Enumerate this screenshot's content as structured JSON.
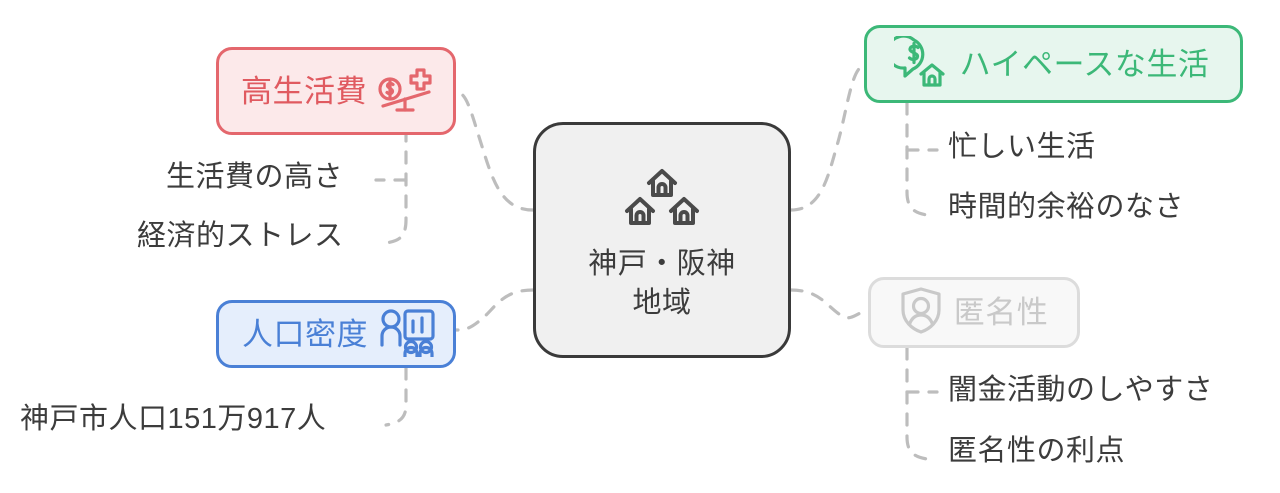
{
  "diagram": {
    "type": "mind-map",
    "title": "神戸・阪神地域",
    "colors": {
      "red": "#e4676d",
      "red_fill": "#fce9ea",
      "blue": "#4a80d6",
      "blue_fill": "#e5eefc",
      "green": "#3cb878",
      "green_fill": "#e7f6ee",
      "grey": "#dcdcdc",
      "grey_fill": "#f8f8f8",
      "grey_text": "#c9c9c9",
      "center_border": "#3a3a3a",
      "center_fill": "#f0f0f0",
      "text": "#3c3c3c",
      "connector": "#bdbdbd"
    },
    "center": {
      "label": "神戸・阪神\n地域",
      "line1": "神戸・阪神",
      "line2": "地域",
      "icon": "three-houses-icon"
    },
    "branches": [
      {
        "id": "cost-of-living",
        "label": "高生活費",
        "icon": "balance-scale-dollar-cross-icon",
        "color": "red",
        "side": "left",
        "leaves": [
          "生活費の高さ",
          "経済的ストレス"
        ]
      },
      {
        "id": "population-density",
        "label": "人口密度",
        "icon": "people-bar-chart-icon",
        "color": "blue",
        "side": "left",
        "leaves": [
          "神戸市人口151万917人"
        ]
      },
      {
        "id": "fast-paced-life",
        "label": "ハイペースな生活",
        "icon": "dollar-speech-house-icon",
        "color": "green",
        "side": "right",
        "leaves": [
          "忙しい生活",
          "時間的余裕のなさ"
        ]
      },
      {
        "id": "anonymity",
        "label": "匿名性",
        "icon": "shield-person-icon",
        "color": "grey",
        "side": "right",
        "leaves": [
          "闇金活動のしやすさ",
          "匿名性の利点"
        ]
      }
    ]
  }
}
